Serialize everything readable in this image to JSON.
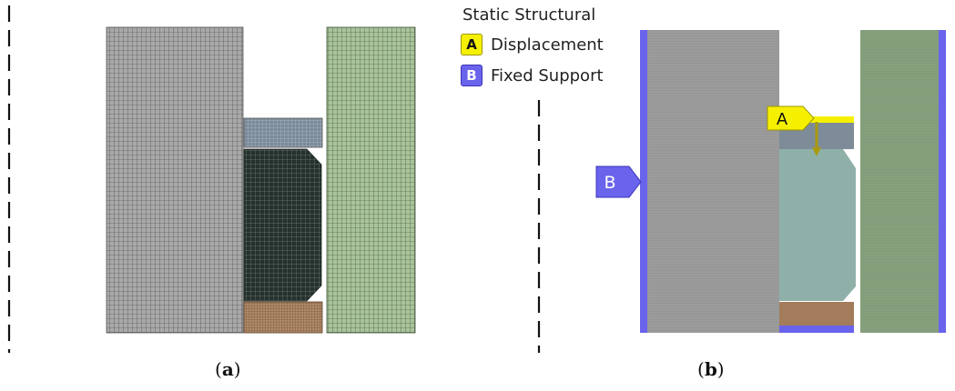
{
  "legend": {
    "title": "Static Structural",
    "items": [
      {
        "tag": "A",
        "label": "Displacement",
        "color": "#f5f000"
      },
      {
        "tag": "B",
        "label": "Fixed Support",
        "color": "#6a63ec"
      }
    ]
  },
  "callouts": {
    "a": "A",
    "b": "B"
  },
  "captions": {
    "a": "a",
    "b": "b"
  },
  "colors": {
    "gray_part": "#9a9a9a",
    "green_part": "#86a07d",
    "steel_blue_part": "#7e8c99",
    "teal_part": "#8fb0a8",
    "dark_mesh_part": "#2f3b36",
    "brown_part": "#a37c5c",
    "fixed_support": "#6a63ec",
    "displacement": "#f5f000"
  }
}
